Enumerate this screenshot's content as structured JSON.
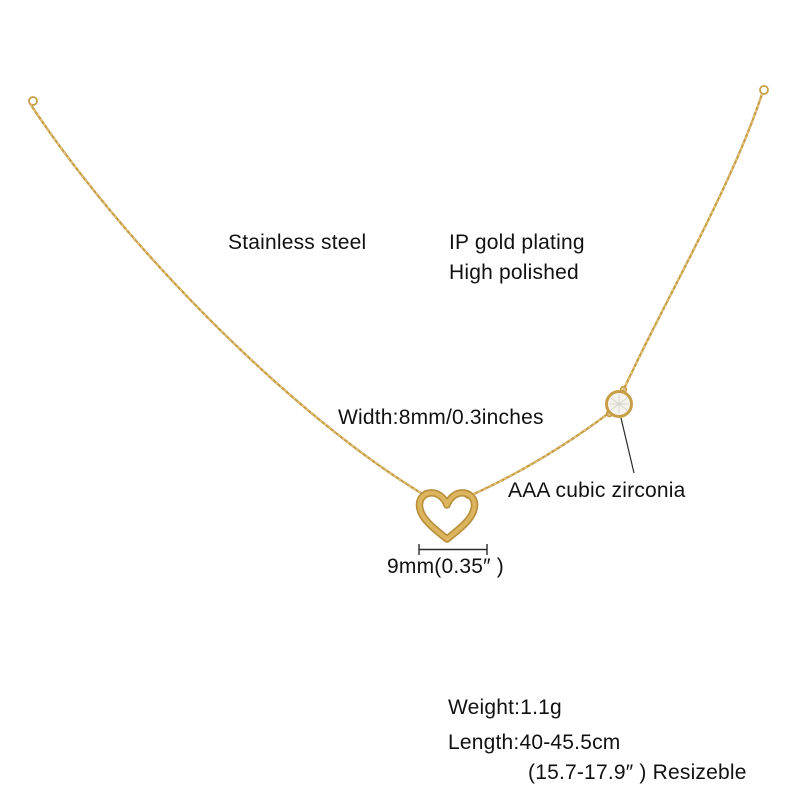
{
  "annotations": {
    "material": "Stainless steel",
    "plating_line1": "IP gold plating",
    "plating_line2": "High polished",
    "width_label": "Width:8mm/0.3inches",
    "zirconia_label": "AAA cubic zirconia",
    "pendant_size_label": "9mm(0.35″ )",
    "weight_label": "Weight:1.1g",
    "length_label": "Length:40-45.5cm",
    "resizable_label": "(15.7-17.9″ ) Resizeble"
  },
  "colors": {
    "gold": "#c79d45",
    "gold_light": "#ecd28d",
    "gold_dark": "#b8903c",
    "gold_mid": "#dcb45e",
    "stone_fill": "#f5f3ee",
    "text": "#111111",
    "background": "#ffffff"
  }
}
